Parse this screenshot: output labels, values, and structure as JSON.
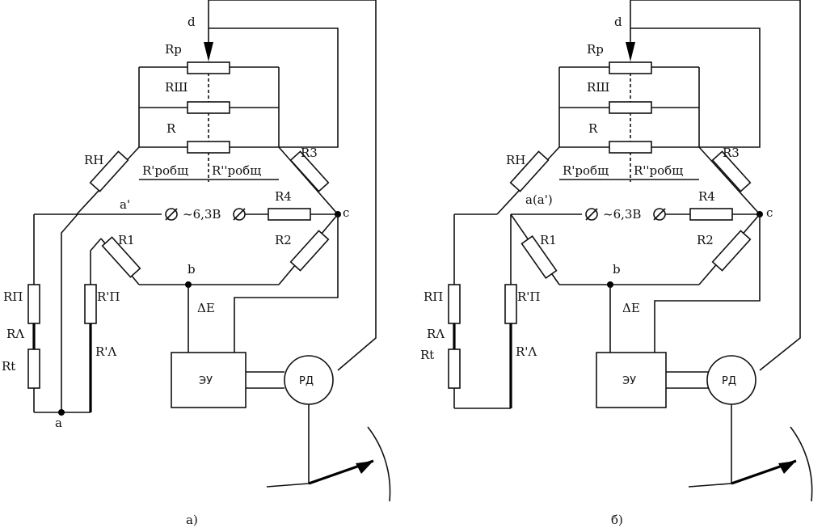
{
  "schemes": [
    {
      "caption": "а)",
      "labels": {
        "d": "d",
        "rp": "Rр",
        "rsh": "RШ",
        "r": "R",
        "rn": "RН",
        "r3": "R3",
        "r4": "R4",
        "r1": "R1",
        "r2": "R2",
        "rob1": "R'робщ",
        "rob2": "R''робщ",
        "a_prime": "a'",
        "c": "c",
        "b": "b",
        "supply": "~6,3В",
        "de": "ΔE",
        "rpi": "RП",
        "rl": "RΛ",
        "rt": "Rt",
        "rpi2": "R'П",
        "rl2": "R'Λ",
        "a": "a",
        "eu": "ЭУ",
        "rd": "РД"
      }
    },
    {
      "caption": "б)",
      "labels": {
        "d": "d",
        "rp": "Rр",
        "rsh": "RШ",
        "r": "R",
        "rn": "RН",
        "r3": "R3",
        "r4": "R4",
        "r1": "R1",
        "r2": "R2",
        "rob1": "R'робщ",
        "rob2": "R''робщ",
        "a_prime": "a(a')",
        "c": "c",
        "b": "b",
        "supply": "~6,3В",
        "de": "ΔE",
        "rpi": "RП",
        "rl": "RΛ",
        "rt": "Rt",
        "rpi2": "R'П",
        "rl2": "R'Λ",
        "eu": "ЭУ",
        "rd": "РД"
      }
    }
  ]
}
